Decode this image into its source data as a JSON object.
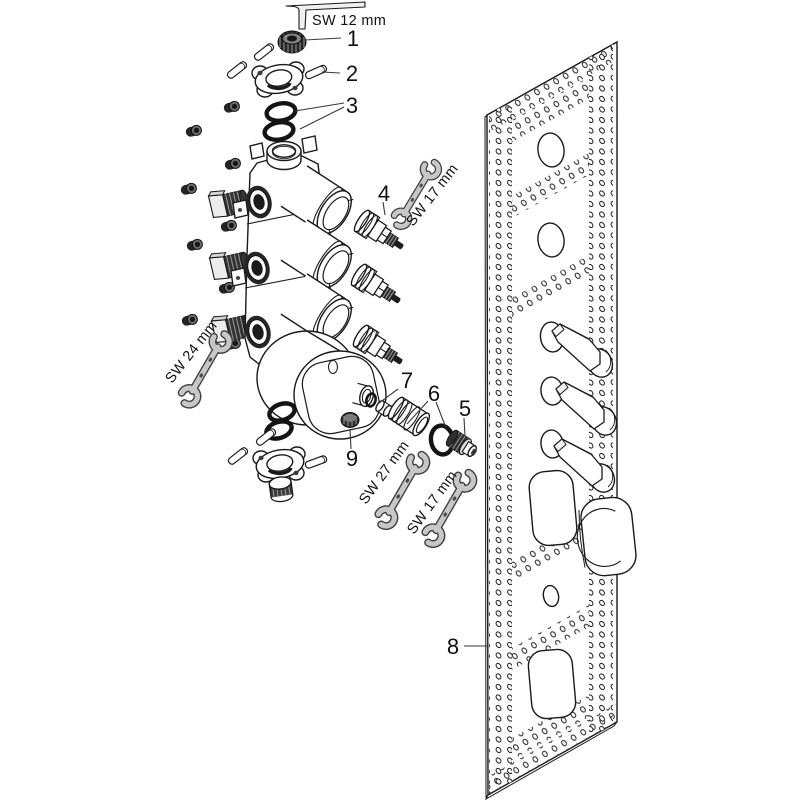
{
  "figure": {
    "callouts": {
      "c1": "1",
      "c2": "2",
      "c3": "3",
      "c4": "4",
      "c5": "5",
      "c6": "6",
      "c7": "7",
      "c8": "8",
      "c9": "9"
    },
    "tools": {
      "hex_key": "SW 12 mm",
      "wrench_17_top": "SW 17 mm",
      "wrench_24": "SW 24 mm",
      "wrench_27": "SW 27 mm",
      "wrench_17_bottom": "SW 17 mm"
    },
    "colors": {
      "line": "#1a1a1a",
      "tool_fill": "#c7c7c7",
      "dark_part": "#2b2b2b",
      "background": "#ffffff"
    }
  }
}
